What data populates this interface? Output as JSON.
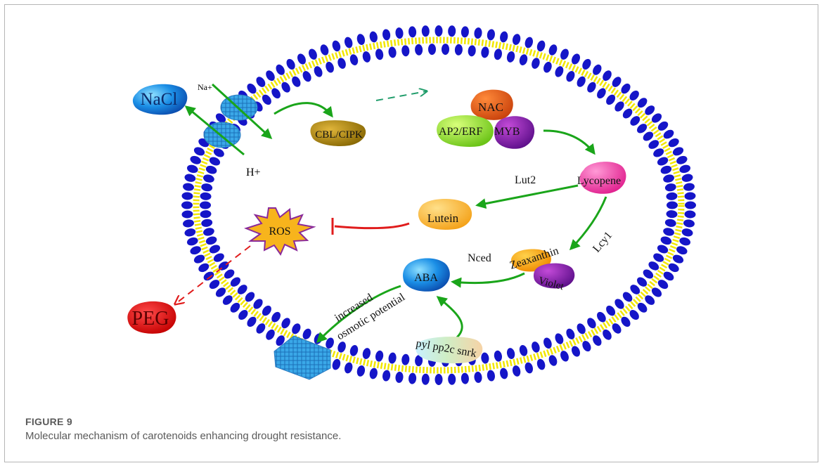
{
  "figure": {
    "label": "FIGURE 9",
    "caption": "Molecular mechanism of carotenoids enhancing drought resistance."
  },
  "diagram": {
    "stresses": {
      "salt": "NaCl",
      "drought": "PEG"
    },
    "ions": {
      "sodium": "Na+",
      "proton": "H+"
    },
    "signaling": {
      "cbl_cipk": "CBL/CIPK"
    },
    "transcription_factors": {
      "nac": "NAC",
      "ap2_erf": "AP2/ERF",
      "myb": "MYB"
    },
    "metabolites": {
      "lycopene": "Lycopene",
      "lutein": "Lutein",
      "zeaxanthin": "Zeaxanthin",
      "violet": "Violet",
      "aba": "ABA",
      "ros": "ROS"
    },
    "enzymes": {
      "lut2": "Lut2",
      "lcy1": "Lcy1",
      "nced": "Nced"
    },
    "receptors": "pyl pp2c snrk",
    "effects": {
      "line1": "increased",
      "line2": "osmotic potential"
    },
    "colors": {
      "membrane_head": "#1515c8",
      "membrane_tail": "#f2e600",
      "activation_arrow": "#1aa51a",
      "inhibition": "#e01c1c",
      "dashed_signal": "#1f9c6a"
    }
  }
}
